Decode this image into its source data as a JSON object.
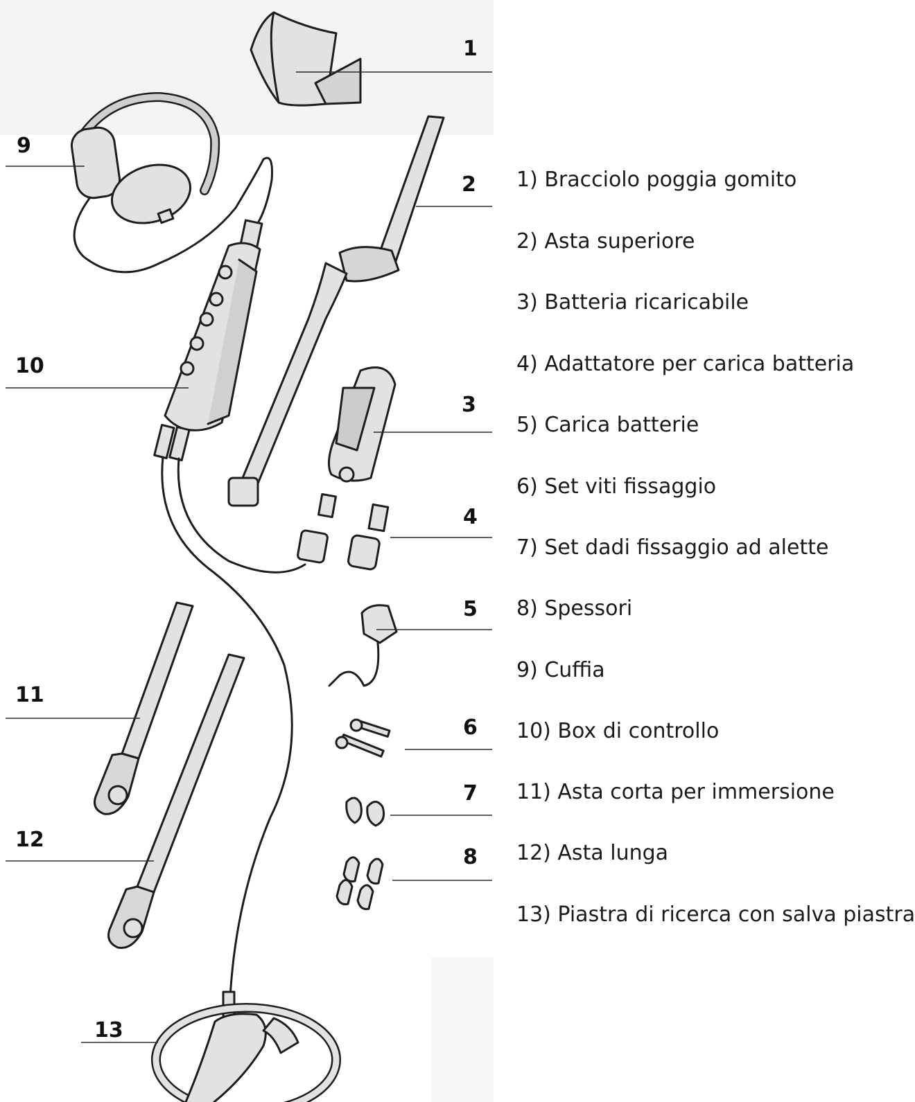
{
  "diagram": {
    "callouts": [
      "1",
      "2",
      "3",
      "4",
      "5",
      "6",
      "7",
      "8",
      "9",
      "10",
      "11",
      "12",
      "13"
    ],
    "legend": [
      "1) Bracciolo poggia gomito",
      "2) Asta superiore",
      "3) Batteria ricaricabile",
      "4) Adattatore per carica batteria",
      "5) Carica batterie",
      "6) Set viti fissaggio",
      "7) Set dadi fissaggio ad alette",
      "8) Spessori",
      "9) Cuffia",
      "10) Box di controllo",
      "11) Asta corta per immersione",
      "12) Asta lunga",
      "13) Piastra di ricerca con salva piastra"
    ],
    "parts_icons": [
      "armrest-icon",
      "upper-shaft-icon",
      "battery-icon",
      "charger-adapter-icon",
      "charger-icon",
      "screws-icon",
      "wing-nuts-icon",
      "spacers-icon",
      "headphones-icon",
      "control-box-icon",
      "short-shaft-icon",
      "long-shaft-icon",
      "search-coil-icon"
    ]
  }
}
